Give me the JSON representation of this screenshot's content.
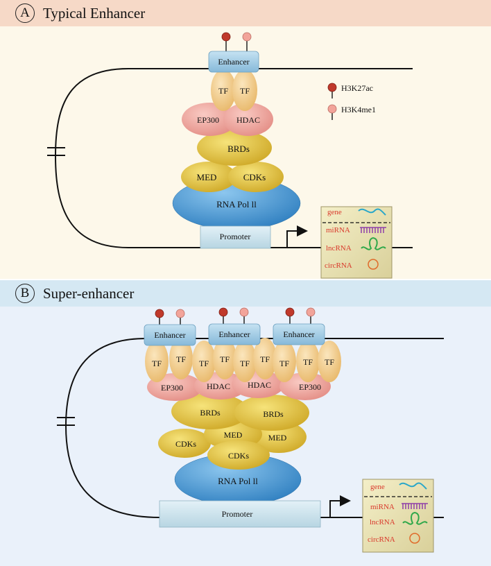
{
  "panel_a": {
    "letter": "A",
    "title": "Typical Enhancer",
    "enhancer": "Enhancer",
    "tf": [
      "TF",
      "TF"
    ],
    "cofactors": [
      "EP300",
      "HDAC"
    ],
    "brds": "BRDs",
    "med": "MED",
    "cdks": "CDKs",
    "pol": "RNA Pol ll",
    "promoter": "Promoter",
    "legend": [
      "H3K27ac",
      "H3K4me1"
    ],
    "rna": [
      "gene",
      "miRNA",
      "lncRNA",
      "circRNA"
    ]
  },
  "panel_b": {
    "letter": "B",
    "title": "Super-enhancer",
    "enhancers": [
      "Enhancer",
      "Enhancer",
      "Enhancer"
    ],
    "tf": [
      "TF",
      "TF",
      "TF",
      "TF",
      "TF",
      "TF",
      "TF",
      "TF",
      "TF"
    ],
    "cofactors": [
      "EP300",
      "HDAC",
      "HDAC",
      "EP300"
    ],
    "brds": [
      "BRDs",
      "BRDs"
    ],
    "med": [
      "MED",
      "MED"
    ],
    "cdks": [
      "CDKs",
      "CDKs"
    ],
    "pol": "RNA Pol ll",
    "promoter": "Promoter",
    "rna": [
      "gene",
      "miRNA",
      "lncRNA",
      "circRNA"
    ]
  },
  "colors": {
    "h3k27ac": "#c0392b",
    "h3k4me1": "#f2a49a",
    "tf": "#f3cf8e",
    "cofactor": "#f2a8a0",
    "brd": "#ecd04a",
    "pol": "#4f9fd8",
    "enhancer": "#a7cfe6",
    "rna_label": "#d9382b"
  }
}
